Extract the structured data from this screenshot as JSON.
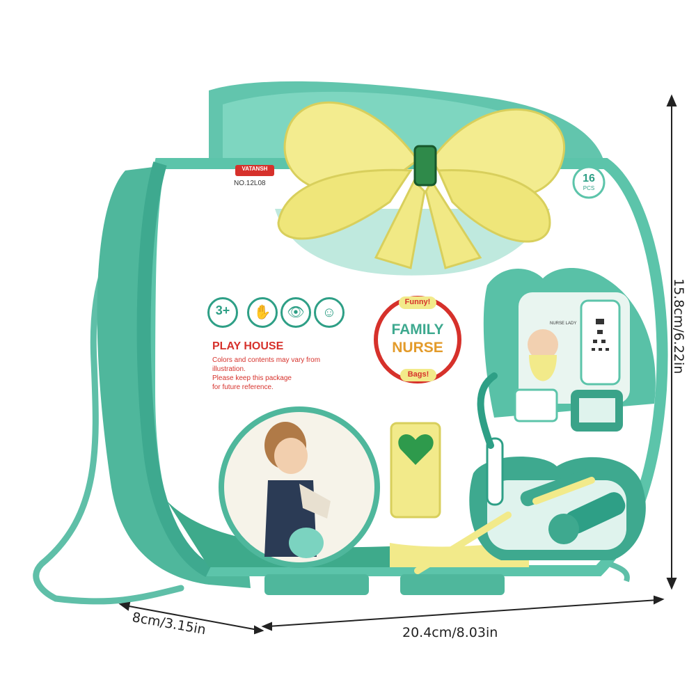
{
  "package": {
    "brand": "VATANSH",
    "model": "NO.12L08",
    "pieces_count": "16",
    "pieces_unit": "PCS",
    "age": "3+",
    "title": "PLAY HOUSE",
    "disclaimer_line1": "Colors and contents may vary from",
    "disclaimer_line2": "illustration.",
    "disclaimer_line3": "Please keep this package",
    "disclaimer_line4": "for future reference.",
    "logo_top": "Funny!",
    "logo_line1": "FAMILY",
    "logo_line2": "NURSE",
    "logo_bottom": "Bags!",
    "eye_chart_label": "NURSE LADY",
    "icons": [
      "hand-icon",
      "eye-icon",
      "child-figure-icon"
    ]
  },
  "dimensions": {
    "depth": "8cm/3.15in",
    "width": "20.4cm/8.03in",
    "height": "15.8cm/6.22in"
  },
  "colors": {
    "teal": "#5cc4aa",
    "teal_dark": "#2e9f86",
    "yellow": "#f2ea8a",
    "red": "#d6312b"
  }
}
